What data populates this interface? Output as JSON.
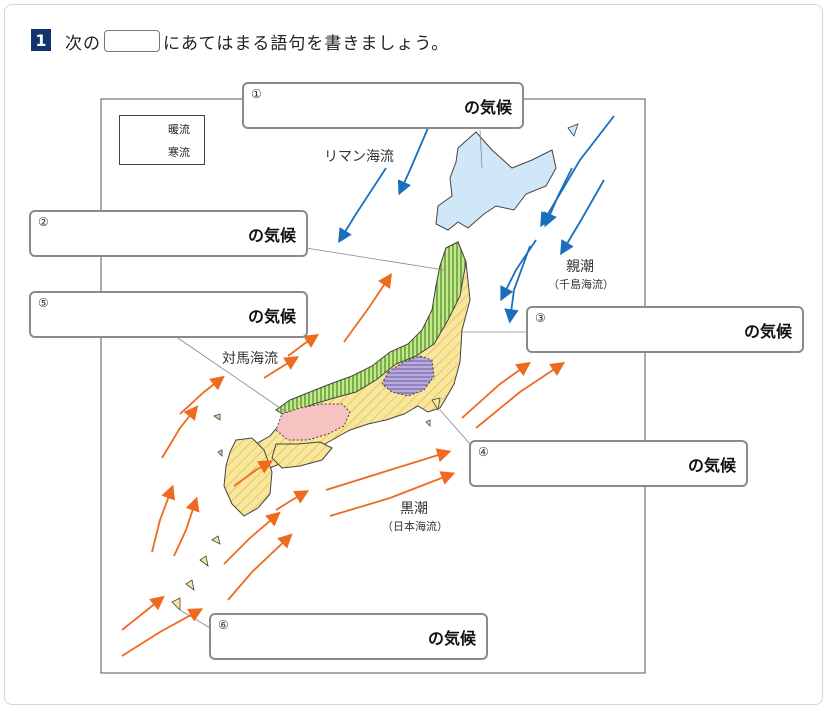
{
  "question": {
    "number": "1",
    "prefix": "次の",
    "suffix": "にあてはまる語句を書きましょう。"
  },
  "legend": {
    "warm": "暖流",
    "cold": "寒流",
    "warm_color": "#ee6a1f",
    "cold_color": "#1a6fbd"
  },
  "currents": {
    "liman": "リマン海流",
    "oyashio": "親潮",
    "oyashio_alt": "（千島海流）",
    "tsushima": "対馬海流",
    "kuroshio": "黒潮",
    "kuroshio_alt": "（日本海流）"
  },
  "answer_suffix": "の気候",
  "answers": [
    {
      "num": "①"
    },
    {
      "num": "②"
    },
    {
      "num": "③"
    },
    {
      "num": "④"
    },
    {
      "num": "⑤"
    },
    {
      "num": "⑥"
    }
  ],
  "region_colors": {
    "hokkaido": "#cfe7f7",
    "japan_sea": "#9ccf4e",
    "pacific": "#f6e08c",
    "inland": "#a99bd1",
    "setouchi": "#f6c2c2"
  }
}
